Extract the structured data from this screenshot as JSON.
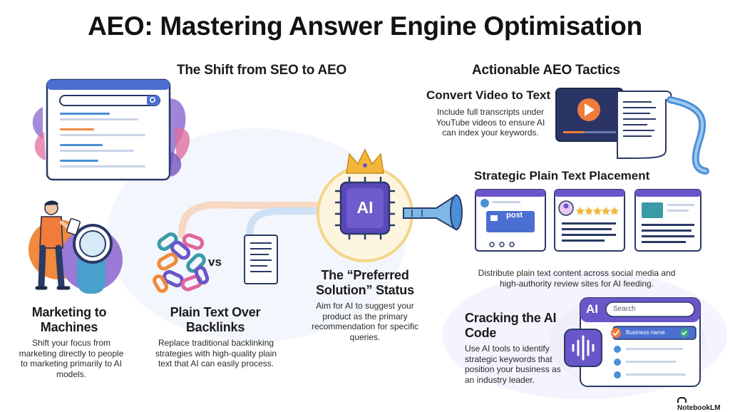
{
  "title": "AEO: Mastering Answer Engine Optimisation",
  "left_section": {
    "heading": "The Shift from SEO to AEO",
    "marketing": {
      "title": "Marketing to Machines",
      "body": "Shift your focus from marketing directly to people to marketing primarily to AI models."
    },
    "plaintext": {
      "title": "Plain Text Over Backlinks",
      "vs": "vs",
      "body": "Replace traditional backlinking strategies with high-quality plain text that AI can easily process."
    }
  },
  "center": {
    "ai_chip": "AI",
    "title": "The “Preferred Solution” Status",
    "body": "Aim for AI to suggest your product as the primary recommendation for specific queries."
  },
  "right_section": {
    "heading": "Actionable AEO Tactics",
    "video": {
      "title": "Convert Video to Text",
      "body": "Include full transcripts under YouTube videos to ensure AI can index your keywords."
    },
    "placement": {
      "title": "Strategic Plain Text Placement",
      "post_label": "post",
      "body": "Distribute plain text content across social media and high-authority review sites for AI feeding."
    },
    "cracking": {
      "title": "Cracking the AI Code",
      "ai_label": "AI",
      "search_placeholder": "Search",
      "business_name": "Business name",
      "body": "Use AI tools to identify strategic keywords that position your business as an industry leader."
    }
  },
  "footer": {
    "brand": "NotebookLM"
  },
  "colors": {
    "purple": "#6a55c9",
    "blue": "#4a8fd8",
    "orange": "#f08a3c",
    "teal": "#3a9aa8"
  }
}
